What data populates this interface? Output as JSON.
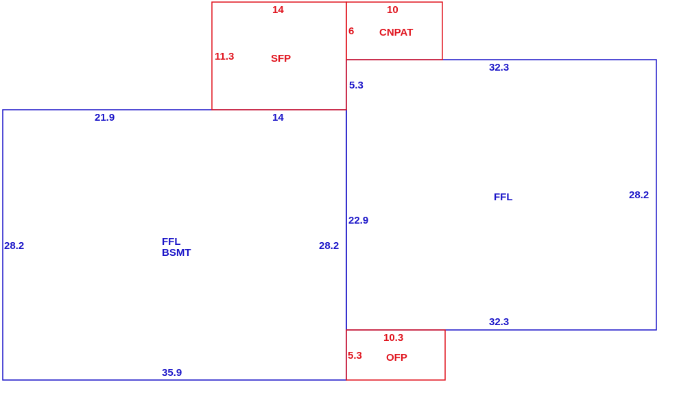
{
  "colors": {
    "blue": "#1a14c8",
    "red": "#e0141e"
  },
  "areas": {
    "ffl_bsmt": {
      "name_line1": "FFL",
      "name_line2": "BSMT",
      "top_left": "21.9",
      "top_right": "14",
      "left": "28.2",
      "right": "28.2",
      "bottom": "35.9"
    },
    "ffl": {
      "name": "FFL",
      "top": "32.3",
      "left_upper": "5.3",
      "left_lower": "22.9",
      "right": "28.2",
      "bottom": "32.3"
    },
    "sfp": {
      "name": "SFP",
      "top": "14",
      "left": "11.3"
    },
    "cnpat": {
      "name": "CNPAT",
      "top": "10",
      "left": "6"
    },
    "ofp": {
      "name": "OFP",
      "top": "10.3",
      "left": "5.3"
    }
  }
}
